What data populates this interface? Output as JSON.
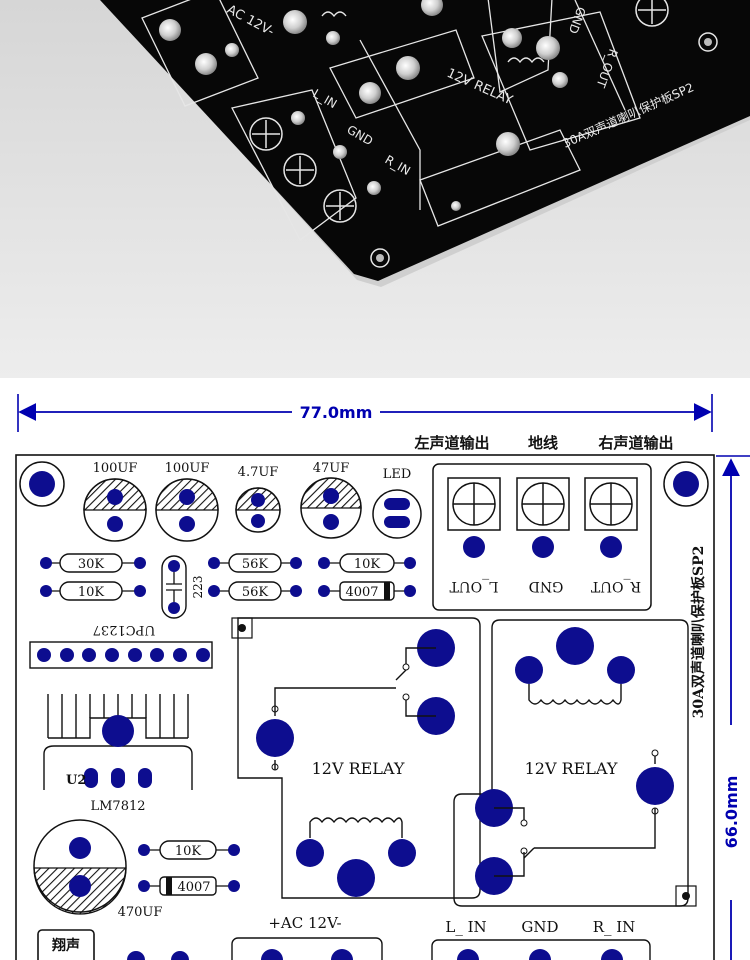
{
  "photo": {
    "silkscreen": {
      "ac_label": "AC 12V-",
      "relay_label": "12V RELAY",
      "l_in": "L_IN",
      "gnd": "GND",
      "r_in": "R_IN",
      "r_out": "R_OUT",
      "gnd_top": "GND",
      "board_name": "30A双声道喇叭保护板SP2"
    }
  },
  "diagram": {
    "width_dim": "77.0mm",
    "height_dim": "66.0mm",
    "output_labels": {
      "left": "左声道输出",
      "ground": "地线",
      "right": "右声道输出"
    },
    "capacitors": [
      "100UF",
      "100UF",
      "4.7UF",
      "47UF"
    ],
    "led": "LED",
    "resistors": {
      "r1": "30K",
      "r2": "10K",
      "r3": "56K",
      "r4": "56K",
      "r5": "10K",
      "r6": "10K"
    },
    "diodes": {
      "d1": "4007",
      "d2": "4007"
    },
    "cap_223": "223",
    "ic": "UPC1237",
    "regulator_ref": "U2",
    "regulator_part": "LM7812",
    "big_cap": "470UF",
    "relay1": "12V RELAY",
    "relay2": "12V RELAY",
    "out_terminals": {
      "l_out": "L_OUT",
      "gnd": "GND",
      "r_out": "R_OUT"
    },
    "board_name": "30A双声道喇叭保护板SP2",
    "ac_label": "+AC  12V-",
    "in_labels": {
      "l_in": "L_ IN",
      "gnd": "GND",
      "r_in": "R_ IN"
    },
    "logo_text": "翔声"
  },
  "colors": {
    "pad": "#0d0d8f",
    "photo_bg": "#e4e4e4",
    "pcb": "#070707",
    "dim_line": "#0000b0"
  }
}
